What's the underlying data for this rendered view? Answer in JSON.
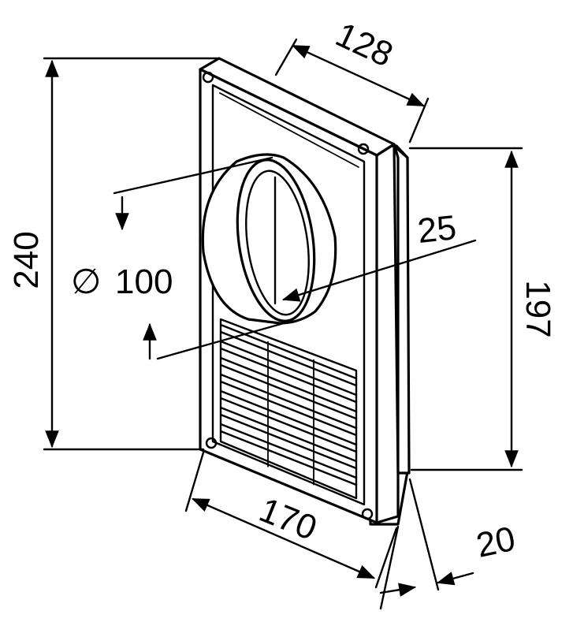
{
  "drawing": {
    "dimensions": {
      "height_outer": "240",
      "depth_flange": "128",
      "height_inner": "197",
      "diameter": "100",
      "diameter_symbol": "∅",
      "spigot_length": "25",
      "width": "170",
      "thickness": "20"
    }
  }
}
